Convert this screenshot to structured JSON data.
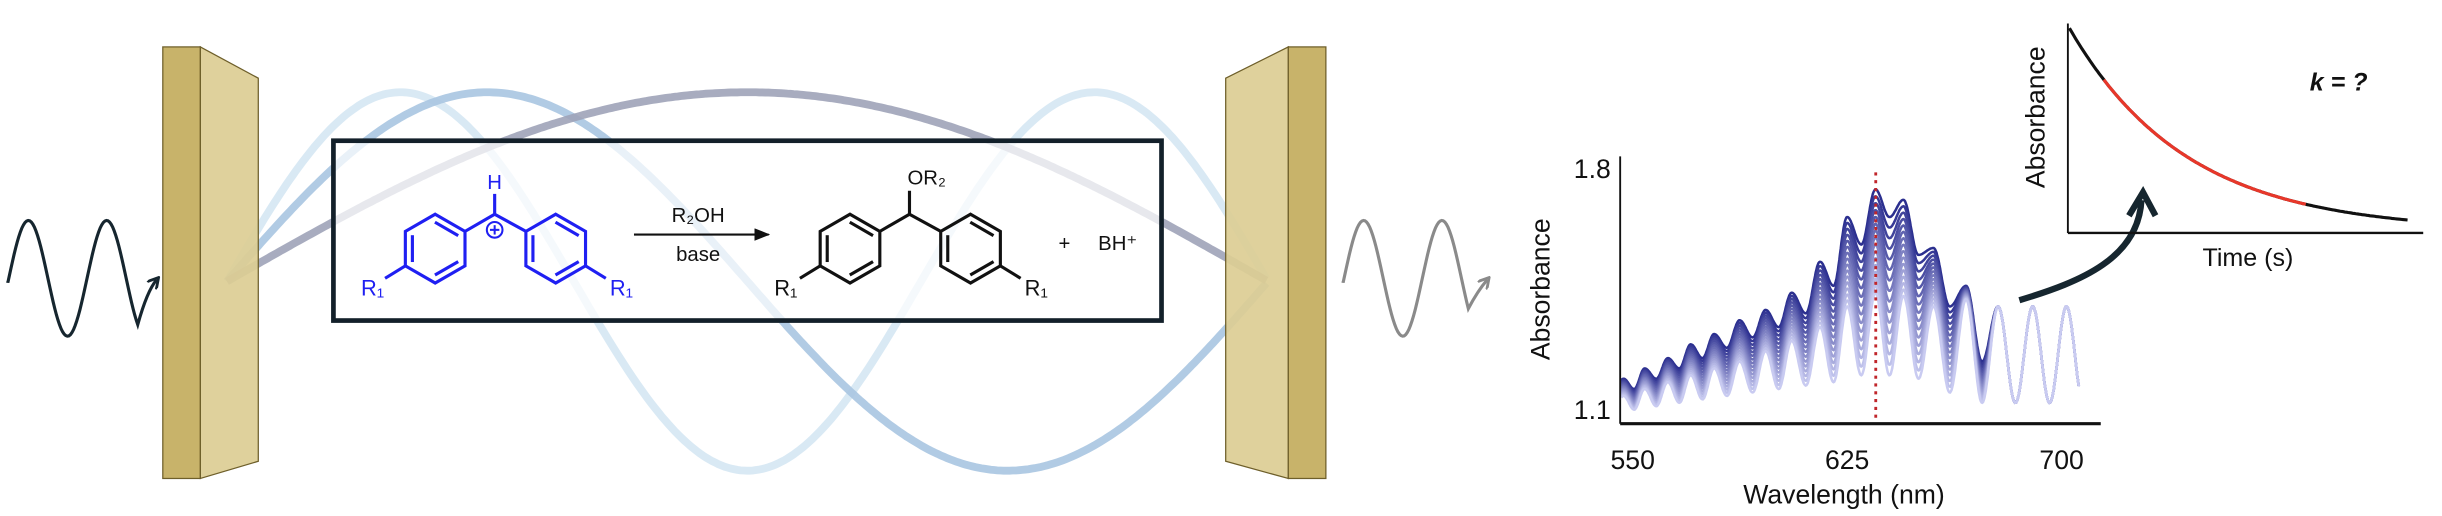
{
  "scheme": {
    "reactant": {
      "h_label": "H",
      "r1_left": "R₁",
      "r1_right": "R₁",
      "color": "#1f1ff2"
    },
    "reagents": {
      "above": "R₂OH",
      "below": "base"
    },
    "product": {
      "or2_label": "OR₂",
      "r1_left": "R₁",
      "r1_right": "R₁",
      "plus": "+",
      "byproduct": "BH⁺"
    }
  },
  "colors": {
    "mirror_front": "#c8b36a",
    "mirror_side": "#dccd94",
    "incoming_wave": "#16262f",
    "outgoing_wave": "#8a8a8a",
    "mode_1": "#9ea3b8",
    "mode_2": "#a9c5e1",
    "mode_3": "#d5e7f3",
    "trace_dark": "#2b2f8f",
    "trace_light": "#c9cbf1",
    "marker": "#c0262b",
    "fit": "#e8372a"
  },
  "chart_data": [
    {
      "type": "line",
      "title": "",
      "xlabel": "Wavelength (nm)",
      "ylabel": "Absorbance",
      "xticks": [
        550,
        625,
        700
      ],
      "xtick_labels": [
        "550",
        "625",
        "700"
      ],
      "yticks": [
        1.1,
        1.8
      ],
      "ytick_labels": [
        "1.1",
        "1.8"
      ],
      "xlim": [
        546,
        712
      ],
      "ylim": [
        1.1,
        1.8
      ],
      "grid": false,
      "marker_wavelength": 635,
      "n_traces": 16,
      "peak_wavelengths": [
        546.8,
        554.2,
        562.3,
        570.3,
        578.5,
        587.4,
        596.5,
        605.6,
        615.5,
        625.0,
        634.9,
        644.7,
        655.2,
        666.6,
        677.8,
        689.9,
        701.7
      ],
      "first_trace": {
        "peaks": [
          1.19,
          1.22,
          1.25,
          1.29,
          1.32,
          1.36,
          1.39,
          1.44,
          1.53,
          1.66,
          1.74,
          1.71,
          1.57,
          1.46,
          1.4,
          1.4,
          1.4
        ],
        "troughs": [
          1.16,
          1.19,
          1.22,
          1.25,
          1.28,
          1.31,
          1.34,
          1.38,
          1.46,
          1.58,
          1.66,
          1.55,
          1.4,
          1.24,
          1.12,
          1.12
        ]
      },
      "last_trace": {
        "peaks": [
          1.14,
          1.16,
          1.18,
          1.2,
          1.22,
          1.24,
          1.27,
          1.3,
          1.34,
          1.4,
          1.44,
          1.43,
          1.4,
          1.42,
          1.4,
          1.4,
          1.4
        ],
        "troughs": [
          1.1,
          1.11,
          1.12,
          1.13,
          1.14,
          1.15,
          1.16,
          1.17,
          1.18,
          1.2,
          1.2,
          1.19,
          1.15,
          1.12,
          1.12,
          1.12
        ]
      }
    },
    {
      "type": "line",
      "title": "",
      "xlabel": "Time (s)",
      "ylabel": "Absorbance",
      "annotation": "k = ?",
      "shape": "exponential decay",
      "fit_range_fraction": [
        0.1,
        0.7
      ]
    }
  ]
}
